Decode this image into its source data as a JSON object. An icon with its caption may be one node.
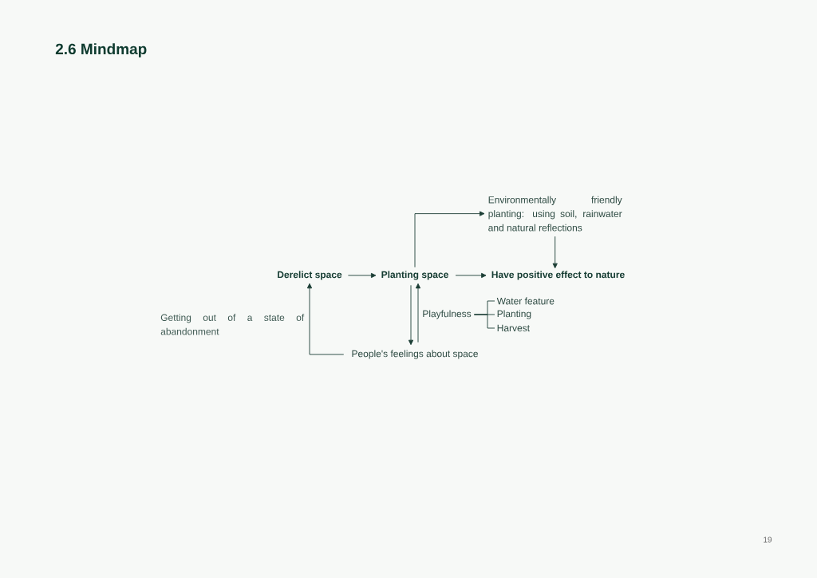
{
  "diagram": {
    "title": "2.6 Mindmap",
    "nodes": [
      {
        "text": [
          "Derelict space"
        ]
      },
      {
        "text": [
          "Planting space"
        ]
      },
      {
        "text": [
          "Have positive effect to nature"
        ]
      },
      {
        "text": [
          "Environmentally friendly planting: using soil, rainwater and natural reflections"
        ]
      },
      {
        "text": [
          "People's feelings about space"
        ]
      },
      {
        "text": [
          "Playfulness"
        ]
      },
      {
        "text": [
          "Water feature"
        ]
      },
      {
        "text": [
          "Planting"
        ]
      },
      {
        "text": [
          "Harvest"
        ]
      }
    ],
    "edges": [
      {
        "from": 0,
        "to": 1,
        "arrow": "to"
      },
      {
        "from": 1,
        "to": 2,
        "arrow": "to"
      },
      {
        "from": 1,
        "to": 3,
        "arrow": "to"
      },
      {
        "from": 3,
        "to": 2,
        "arrow": "to"
      },
      {
        "from": 1,
        "to": 4,
        "arrow": "to"
      },
      {
        "from": 4,
        "to": 1,
        "arrow": "to"
      },
      {
        "from": 4,
        "to": 0,
        "arrow": "to"
      },
      {
        "from": 5,
        "to": 6,
        "arrow": "none"
      },
      {
        "from": 5,
        "to": 7,
        "arrow": "none"
      },
      {
        "from": 5,
        "to": 8,
        "arrow": "none"
      }
    ],
    "labels": [
      "Getting out of a state of abandonment",
      "19"
    ]
  }
}
